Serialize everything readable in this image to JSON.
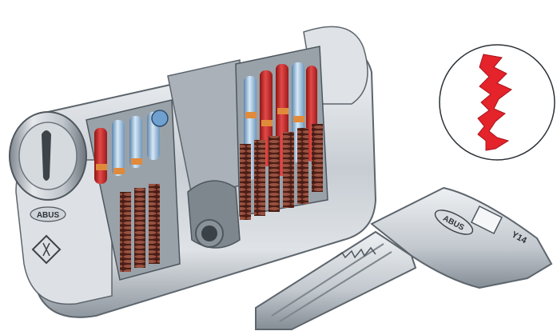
{
  "scene": {
    "subject": "cutaway-cylinder-lock-with-key",
    "colors": {
      "background": "#ffffff",
      "metal_light": "#e9ecef",
      "metal_mid": "#b9c0c7",
      "metal_dark": "#6c747c",
      "pin_red": "#d42a2a",
      "pin_blue": "#8fb8dc",
      "pin_orange": "#e08a3c",
      "spring_brown": "#6e2f22",
      "profile_red": "#e4232b"
    }
  },
  "lock": {
    "brand_plate": "ABUS"
  },
  "key": {
    "brand": "ABUS",
    "model": "Y14"
  },
  "inset": {
    "label": "key-profile-detail"
  }
}
